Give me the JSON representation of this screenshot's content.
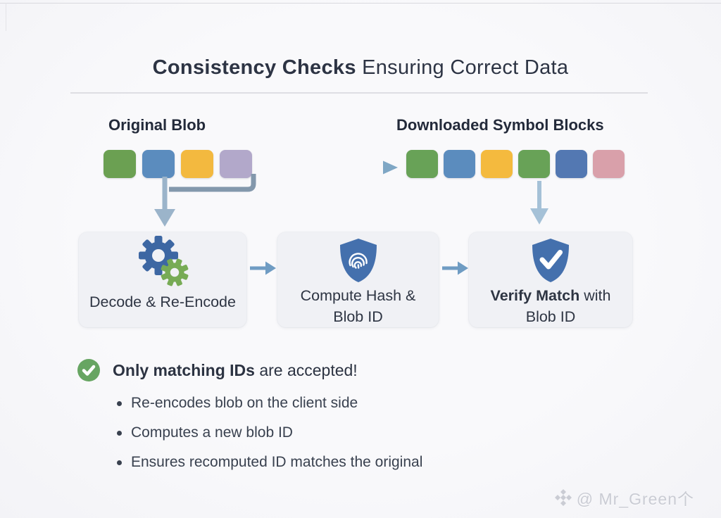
{
  "title": {
    "bold": "Consistency Checks",
    "rest": " Ensuring Correct Data"
  },
  "original_blob": {
    "label": "Original Blob",
    "block_colors": [
      "#6ba052",
      "#5b8cbe",
      "#f3b93f",
      "#b2a8ca"
    ]
  },
  "downloaded_blocks": {
    "label": "Downloaded Symbol Blocks",
    "block_colors": [
      "#68a257",
      "#5b8cbe",
      "#f4ba3e",
      "#68a257",
      "#5378b2",
      "#d9a0aa"
    ]
  },
  "steps": [
    {
      "icon": "gears-icon",
      "line1": "Decode & Re-Encode"
    },
    {
      "icon": "fingerprint-shield-icon",
      "line1": "Compute Hash &",
      "line2": "Blob ID"
    },
    {
      "icon": "check-shield-icon",
      "line1_bold": "Verify Match",
      "line1_rest": " with",
      "line2": "Blob ID"
    }
  ],
  "summary": {
    "headline_bold": "Only matching IDs",
    "headline_rest": " are accepted!",
    "bullets": [
      "Re-encodes blob on the client side",
      "Computes a new blob ID",
      "Ensures recomputed ID matches the original"
    ]
  },
  "watermark": {
    "text": "@ Mr_Green个"
  },
  "colors": {
    "background": "#f7f7fa",
    "text_dark": "#2d3444",
    "box_bg": "#f0f1f5",
    "arrow_blue": "#6f9cc3",
    "arrow_light": "#9bb4ca",
    "connector_gray": "#8398ac",
    "shield_blue": "#4470ad",
    "gear_blue": "#3d67a3",
    "gear_green": "#77ab55",
    "check_green": "#67a562",
    "watermark": "#caccd4"
  }
}
